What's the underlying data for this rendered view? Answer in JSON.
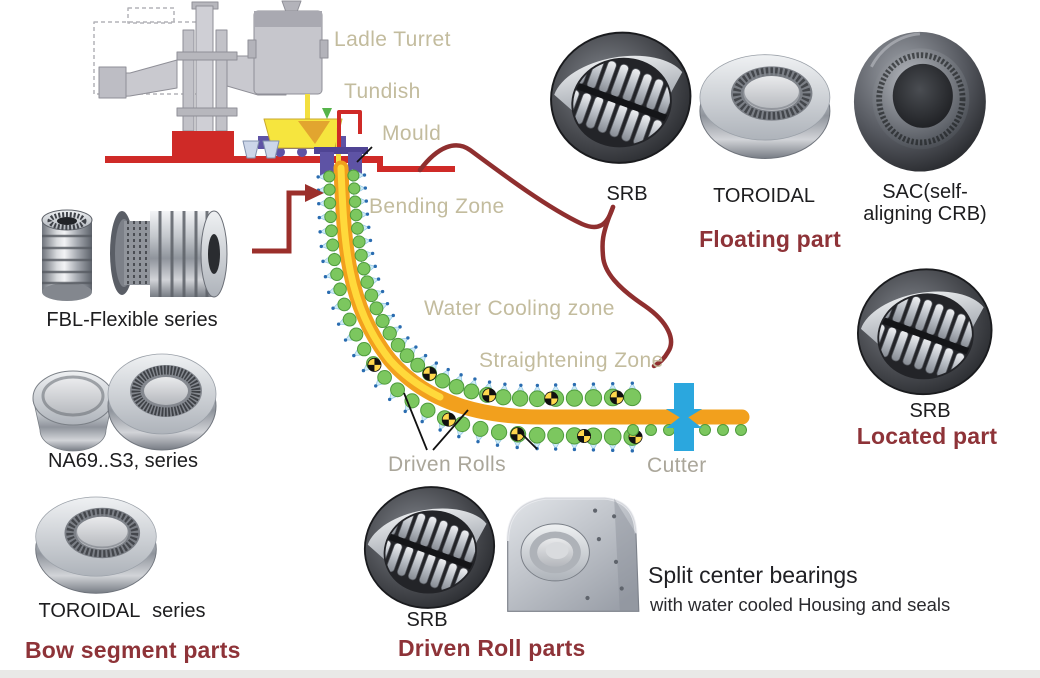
{
  "diagram": {
    "labels": {
      "ladle_turret": "Ladle Turret",
      "tundish": "Tundish",
      "mould": "Mould",
      "bending_zone": "Bending Zone",
      "water_cooling_zone": "Water Cooling zone",
      "straightening_zone": "Straightening Zone",
      "driven_rolls": "Driven Rolls",
      "cutter": "Cutter"
    }
  },
  "floating_part": {
    "title": "Floating part",
    "bearings": [
      {
        "caption": "SRB"
      },
      {
        "caption": "TOROIDAL"
      },
      {
        "caption_line1": "SAC(self-",
        "caption_line2": "aligning CRB)"
      }
    ]
  },
  "located_part": {
    "title": "Located part",
    "bearing_caption": "SRB"
  },
  "bow_segment": {
    "title": "Bow segment parts",
    "series": [
      "FBL-Flexible series",
      "NA69..S3, series",
      "TOROIDAL series"
    ]
  },
  "driven_roll": {
    "title": "Driven Roll parts",
    "bearing_caption": "SRB",
    "split_heading": "Split center bearings",
    "split_sub": "with water cooled Housing and seals"
  },
  "colors": {
    "maroon_title": "#8e3338",
    "brace_maroon": "#8f2f2f",
    "machine_red": "#cf2a27",
    "zone_label_tan": "#c3bc9e",
    "gray_label": "#aaa69a",
    "strand_orange": "#f2a01d",
    "strand_yellow": "#ffd93b",
    "roll_green": "#7cc75f",
    "spray_blue": "#cfeaf7",
    "cutter_blue": "#2ba7de",
    "tundish_purple": "#5e53a5"
  }
}
